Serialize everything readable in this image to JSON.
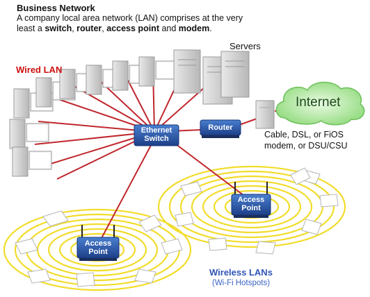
{
  "header": {
    "title": "Business Network",
    "desc_pre": "A company local area network (LAN) comprises at the very least a ",
    "bold1": "switch",
    "sep1": ", ",
    "bold2": "router",
    "sep2": ", ",
    "bold3": "access point",
    "sep3": " and ",
    "bold4": "modem",
    "desc_end": "."
  },
  "labels": {
    "wired_lan": "Wired LAN",
    "servers": "Servers",
    "internet": "Internet",
    "modem": "Cable, DSL, or FiOS modem, or DSU/CSU",
    "ethernet_switch": "Ethernet Switch",
    "router": "Router",
    "access_point_1": "Access Point",
    "access_point_2": "Access Point",
    "wireless_lans": "Wireless LANs",
    "hotspots": "(Wi-Fi Hotspots)"
  },
  "colors": {
    "wired_label": "#cc1010",
    "device_blue": "#2a5aa8",
    "link_red": "#c0272d",
    "wifi_rings": "#f2dc2a",
    "cloud_green": "#9fe089",
    "wireless_label": "#2f56b8"
  }
}
